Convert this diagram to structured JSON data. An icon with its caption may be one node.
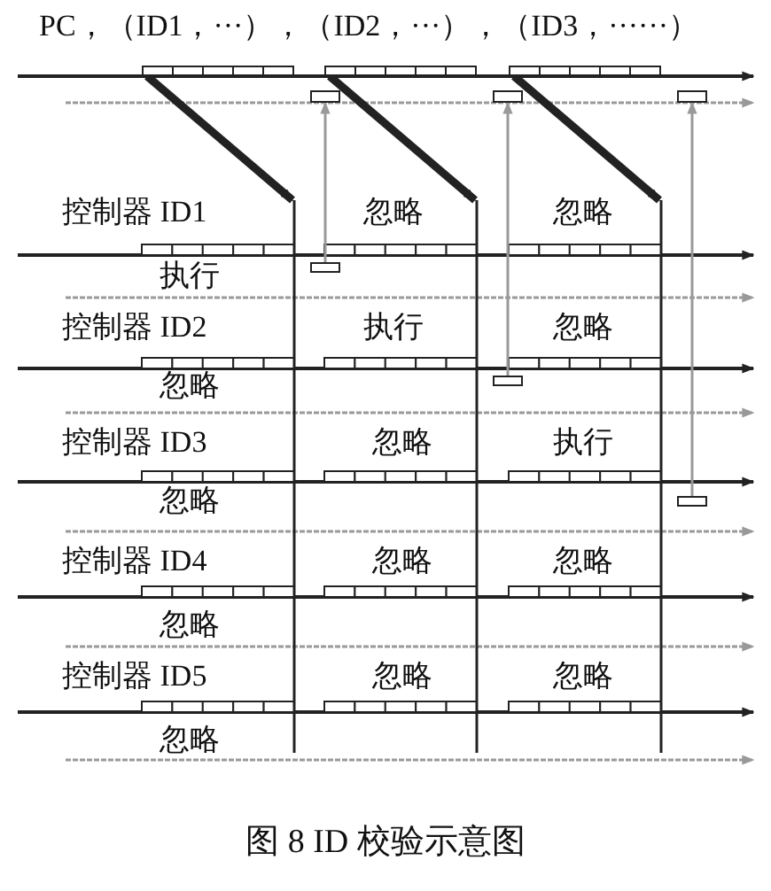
{
  "diagram": {
    "caption": "图 8 ID 校验示意图",
    "nodes": [
      {
        "text": [],
        "shape": "box"
      },
      {
        "text": [],
        "shape": "box"
      },
      {
        "text": [],
        "shape": "box"
      },
      {
        "text": [],
        "shape": "box"
      },
      {
        "text": [],
        "shape": "box"
      },
      {
        "text": [],
        "shape": "box"
      },
      {
        "text": [],
        "shape": "box"
      },
      {
        "text": [],
        "shape": "box"
      },
      {
        "text": [],
        "shape": "box"
      }
    ],
    "edges": [
      {
        "from": 0,
        "to": null,
        "arrow": "to",
        "style": "thick"
      },
      {
        "from": 1,
        "to": null,
        "arrow": "to",
        "style": "thick"
      },
      {
        "from": 2,
        "to": null,
        "arrow": "to",
        "style": "thick"
      },
      {
        "from": 6,
        "to": 3,
        "arrow": "to",
        "color": "#999999"
      },
      {
        "from": 7,
        "to": 4,
        "arrow": "to",
        "color": "#999999"
      },
      {
        "from": 8,
        "to": 5,
        "arrow": "to",
        "color": "#999999"
      }
    ],
    "labels": [
      "PC，（ID1，···），（ID2，···），（ID3，······）",
      "控制器 ID1",
      "忽略",
      "忽略",
      "执行",
      "控制器 ID2",
      "执行",
      "忽略",
      "忽略",
      "控制器 ID3",
      "忽略",
      "执行",
      "忽略",
      "控制器 ID4",
      "忽略",
      "忽略",
      "忽略",
      "控制器 ID5",
      "忽略",
      "忽略",
      "忽略"
    ]
  }
}
